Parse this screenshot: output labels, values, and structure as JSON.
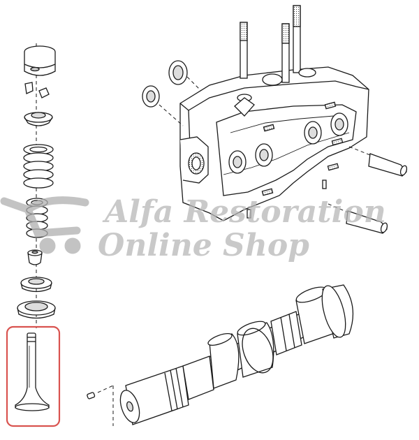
{
  "watermark": {
    "line1": "Alfa Restoration",
    "line2": "Online Shop",
    "color": "#b7b7b7"
  },
  "highlight": {
    "part_name": "valve",
    "color": "#d9534f"
  },
  "colors": {
    "line": "#1a1a1a",
    "fill": "#ffffff",
    "shade": "#d9d9d9"
  },
  "icons": [
    "cart-icon"
  ]
}
